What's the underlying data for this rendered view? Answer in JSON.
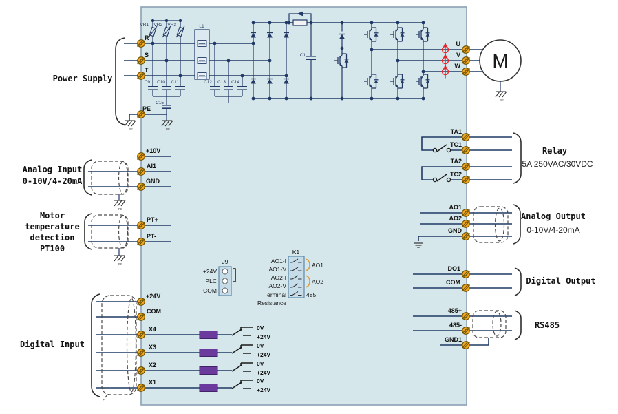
{
  "colors": {
    "board_fill": "#d6e7eb",
    "board_border": "#8aa0b4",
    "wire": "#1f3864",
    "terminal": "#f2a51f",
    "current_sensor": "#e8252a",
    "input_resistor": "#6a3b9c",
    "module_fill": "#c6dde9",
    "k1_bracket": "#dd9c45"
  },
  "sections": {
    "power_supply": "Power Supply",
    "analog_input_line1": "Analog Input",
    "analog_input_line2": "0-10V/4-20mA",
    "pt100_line1": "Motor",
    "pt100_line2": "temperature",
    "pt100_line3": "detection",
    "pt100_line4": "PT100",
    "digital_input": "Digital Input",
    "relay_title": "Relay",
    "relay_rating": "5A 250VAC/30VDC",
    "analog_output_title": "Analog Output",
    "analog_output_rating": "0-10V/4-20mA",
    "digital_output_title": "Digital Output",
    "rs485_title": "RS485",
    "motor": "M"
  },
  "terminals": {
    "r": "R",
    "s": "S",
    "t": "T",
    "pe": "PE",
    "p10v": "+10V",
    "ai1": "AI1",
    "gnd_ai": "GND",
    "pt_plus": "PT+",
    "pt_minus": "PT-",
    "p24v": "+24V",
    "com_di": "COM",
    "x4": "X4",
    "x3": "X3",
    "x2": "X2",
    "x1": "X1",
    "u": "U",
    "v": "V",
    "w": "W",
    "ta1": "TA1",
    "tc1": "TC1",
    "ta2": "TA2",
    "tc2": "TC2",
    "ao1": "AO1",
    "ao2": "AO2",
    "gnd_ao": "GND",
    "do1": "DO1",
    "com_do": "COM",
    "rs485_plus": "485+",
    "rs485_minus": "485-",
    "gnd1": "GND1"
  },
  "components": {
    "vr1": "VR1",
    "vr2": "VR2",
    "vr3": "VR3",
    "l1": "L1",
    "c9": "C9",
    "c10": "C10",
    "c11": "C11",
    "c12": "C12",
    "c13": "C13",
    "c14": "C14",
    "c15": "C15",
    "c1": "C1",
    "pe_small": "PE"
  },
  "jumper_j9": {
    "title": "J9",
    "pin1": "+24V",
    "pin2": "PLC",
    "pin3": "COM"
  },
  "switch_k1": {
    "title": "K1",
    "row1": "AO1-I",
    "row2": "AO1-V",
    "row3": "AO2-I",
    "row4": "AO2-V",
    "row5_line1": "Terminal",
    "row5_line2": "Resistance",
    "right1": "AO1",
    "right2": "AO2",
    "right3": "485"
  },
  "di_switch": {
    "up": "0V",
    "down": "+24V"
  }
}
